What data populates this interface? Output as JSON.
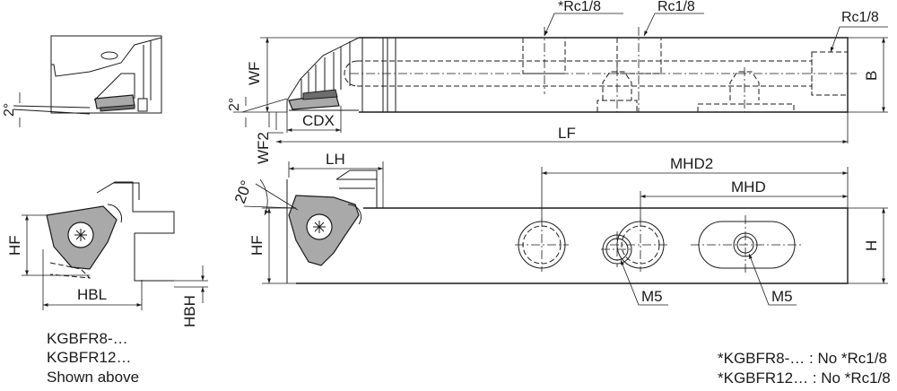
{
  "labels": {
    "angle_2deg_small": "2°",
    "angle_2deg_main": "2°",
    "wf": "WF",
    "wf2": "WF2",
    "cdx": "CDX",
    "lf": "LF",
    "b": "B",
    "rc_left": "*Rc1/8",
    "rc_mid": "Rc1/8",
    "rc_right": "Rc1/8",
    "lh": "LH",
    "angle_20deg": "20°",
    "hf_main": "HF",
    "mhd2": "MHD2",
    "mhd": "MHD",
    "h": "H",
    "m5_left": "M5",
    "m5_right": "M5",
    "hf_small": "HF",
    "hbl": "HBL",
    "hbh": "HBH"
  },
  "model_note": {
    "line1": "KGBFR8-…",
    "line2": "KGBFR12…",
    "line3": "Shown above"
  },
  "footnote": {
    "line1": "*KGBFR8-… : No *Rc1/8",
    "line2": "*KGBFR12… : No *Rc1/8"
  }
}
